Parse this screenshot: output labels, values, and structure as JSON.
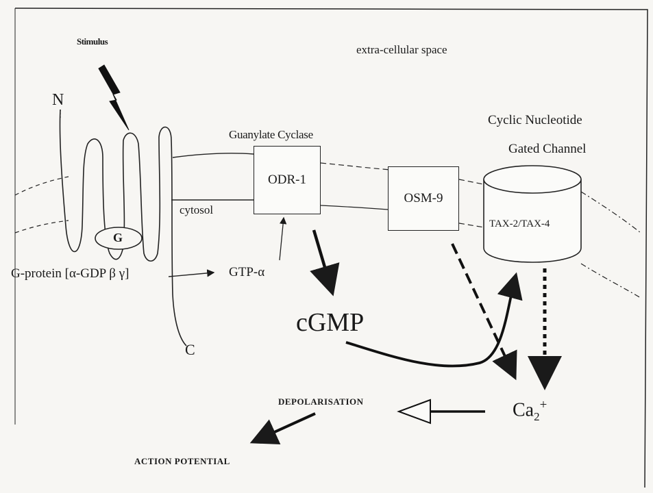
{
  "labels": {
    "stimulus": "Stimulus",
    "extracellular": "extra-cellular space",
    "n_terminus": "N",
    "c_terminus": "C",
    "g": "G",
    "gprotein": "G-protein [α-GDP β γ]",
    "gtp": "GTP-α",
    "cytosol": "cytosol",
    "guanylate": "Guanylate Cyclase",
    "odr1": "ODR-1",
    "osm9": "OSM-9",
    "channel_line1": "Cyclic Nucleotide",
    "channel_line2": "Gated Channel",
    "tax": "TAX-2/TAX-4",
    "cgmp": "cGMP",
    "ca_base": "Ca",
    "ca_sub": "2",
    "ca_sup": "+",
    "depol": "DEPOLARISATION",
    "action": "ACTION POTENTIAL"
  },
  "colors": {
    "ink": "#1a1a1a",
    "background": "#f7f6f3"
  }
}
